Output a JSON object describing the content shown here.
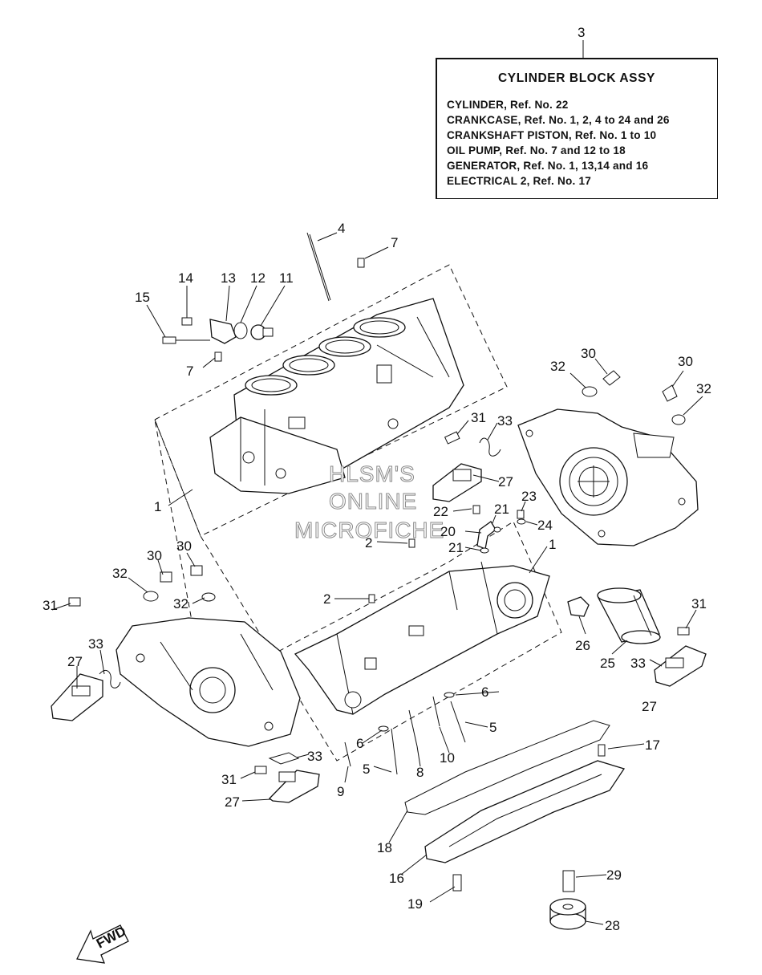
{
  "assy_ref": "3",
  "assy_box": {
    "title": "CYLINDER BLOCK ASSY",
    "lines": [
      "CYLINDER,  Ref. No. 22",
      "CRANKCASE,   Ref. No. 1, 2, 4 to 24 and 26",
      "CRANKSHAFT PISTON,  Ref. No. 1 to 10",
      "OIL PUMP,  Ref. No. 7 and 12 to 18",
      "GENERATOR,  Ref. No. 1, 13,14 and 16",
      "ELECTRICAL 2,  Ref. No. 17"
    ]
  },
  "watermark": [
    "HLSM'S",
    "ONLINE",
    "MICROFICHE"
  ],
  "fwd_label": "FWD",
  "callouts": [
    {
      "label": "4"
    },
    {
      "label": "7"
    },
    {
      "label": "14"
    },
    {
      "label": "13"
    },
    {
      "label": "12"
    },
    {
      "label": "11"
    },
    {
      "label": "15"
    },
    {
      "label": "7"
    },
    {
      "label": "32"
    },
    {
      "label": "30"
    },
    {
      "label": "30"
    },
    {
      "label": "32"
    },
    {
      "label": "31"
    },
    {
      "label": "33"
    },
    {
      "label": "27"
    },
    {
      "label": "1"
    },
    {
      "label": "22"
    },
    {
      "label": "23"
    },
    {
      "label": "21"
    },
    {
      "label": "24"
    },
    {
      "label": "20"
    },
    {
      "label": "21"
    },
    {
      "label": "2"
    },
    {
      "label": "1"
    },
    {
      "label": "30"
    },
    {
      "label": "30"
    },
    {
      "label": "32"
    },
    {
      "label": "32"
    },
    {
      "label": "2"
    },
    {
      "label": "31"
    },
    {
      "label": "26"
    },
    {
      "label": "25"
    },
    {
      "label": "33"
    },
    {
      "label": "31"
    },
    {
      "label": "27"
    },
    {
      "label": "33"
    },
    {
      "label": "27"
    },
    {
      "label": "6"
    },
    {
      "label": "5"
    },
    {
      "label": "6"
    },
    {
      "label": "10"
    },
    {
      "label": "33"
    },
    {
      "label": "5"
    },
    {
      "label": "8"
    },
    {
      "label": "31"
    },
    {
      "label": "9"
    },
    {
      "label": "27"
    },
    {
      "label": "17"
    },
    {
      "label": "18"
    },
    {
      "label": "16"
    },
    {
      "label": "29"
    },
    {
      "label": "19"
    },
    {
      "label": "28"
    }
  ]
}
